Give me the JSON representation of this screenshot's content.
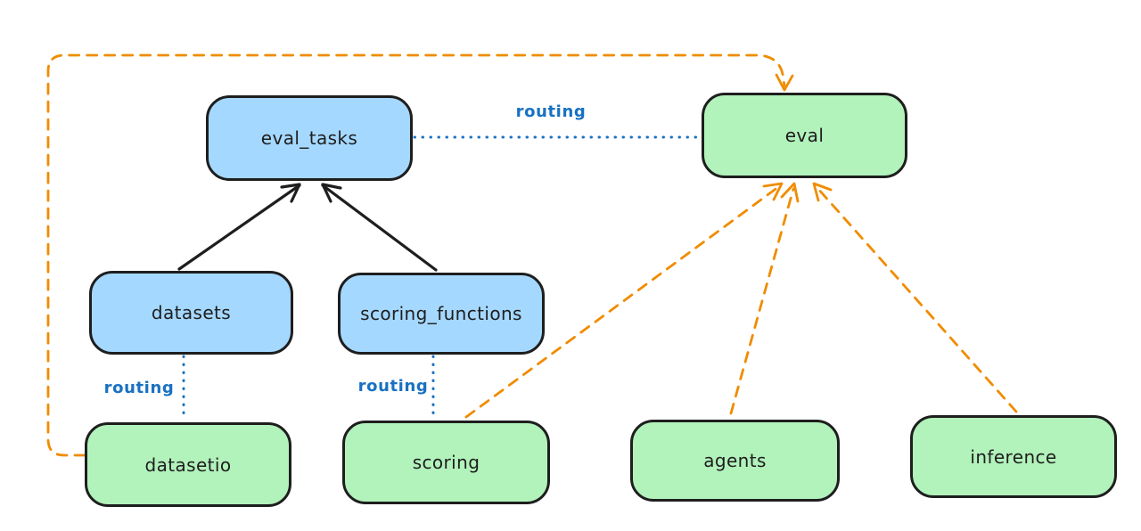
{
  "diagram": {
    "colors": {
      "node_blue": "#a5d8ff",
      "node_green": "#b2f2bb",
      "ink": "#1e1e1e",
      "orange": "#f08c00",
      "routing_blue": "#1971c2",
      "background": "#ffffff"
    },
    "nodes": {
      "eval_tasks": {
        "label": "eval_tasks",
        "fill": "blue"
      },
      "eval": {
        "label": "eval",
        "fill": "green"
      },
      "datasets": {
        "label": "datasets",
        "fill": "blue"
      },
      "scoring_functions": {
        "label": "scoring_functions",
        "fill": "blue"
      },
      "datasetio": {
        "label": "datasetio",
        "fill": "green"
      },
      "scoring": {
        "label": "scoring",
        "fill": "green"
      },
      "agents": {
        "label": "agents",
        "fill": "green"
      },
      "inference": {
        "label": "inference",
        "fill": "green"
      }
    },
    "edges": [
      {
        "from": "datasets",
        "to": "eval_tasks",
        "style": "solid-arrow"
      },
      {
        "from": "scoring_functions",
        "to": "eval_tasks",
        "style": "solid-arrow"
      },
      {
        "from": "eval_tasks",
        "to": "eval",
        "style": "dotted",
        "label": "routing"
      },
      {
        "from": "datasets",
        "to": "datasetio",
        "style": "dotted",
        "label": "routing"
      },
      {
        "from": "scoring_functions",
        "to": "scoring",
        "style": "dotted",
        "label": "routing"
      },
      {
        "from": "datasetio",
        "to": "eval",
        "style": "dashed-arrow"
      },
      {
        "from": "scoring",
        "to": "eval",
        "style": "dashed-arrow"
      },
      {
        "from": "agents",
        "to": "eval",
        "style": "dashed-arrow"
      },
      {
        "from": "inference",
        "to": "eval",
        "style": "dashed-arrow"
      }
    ]
  }
}
